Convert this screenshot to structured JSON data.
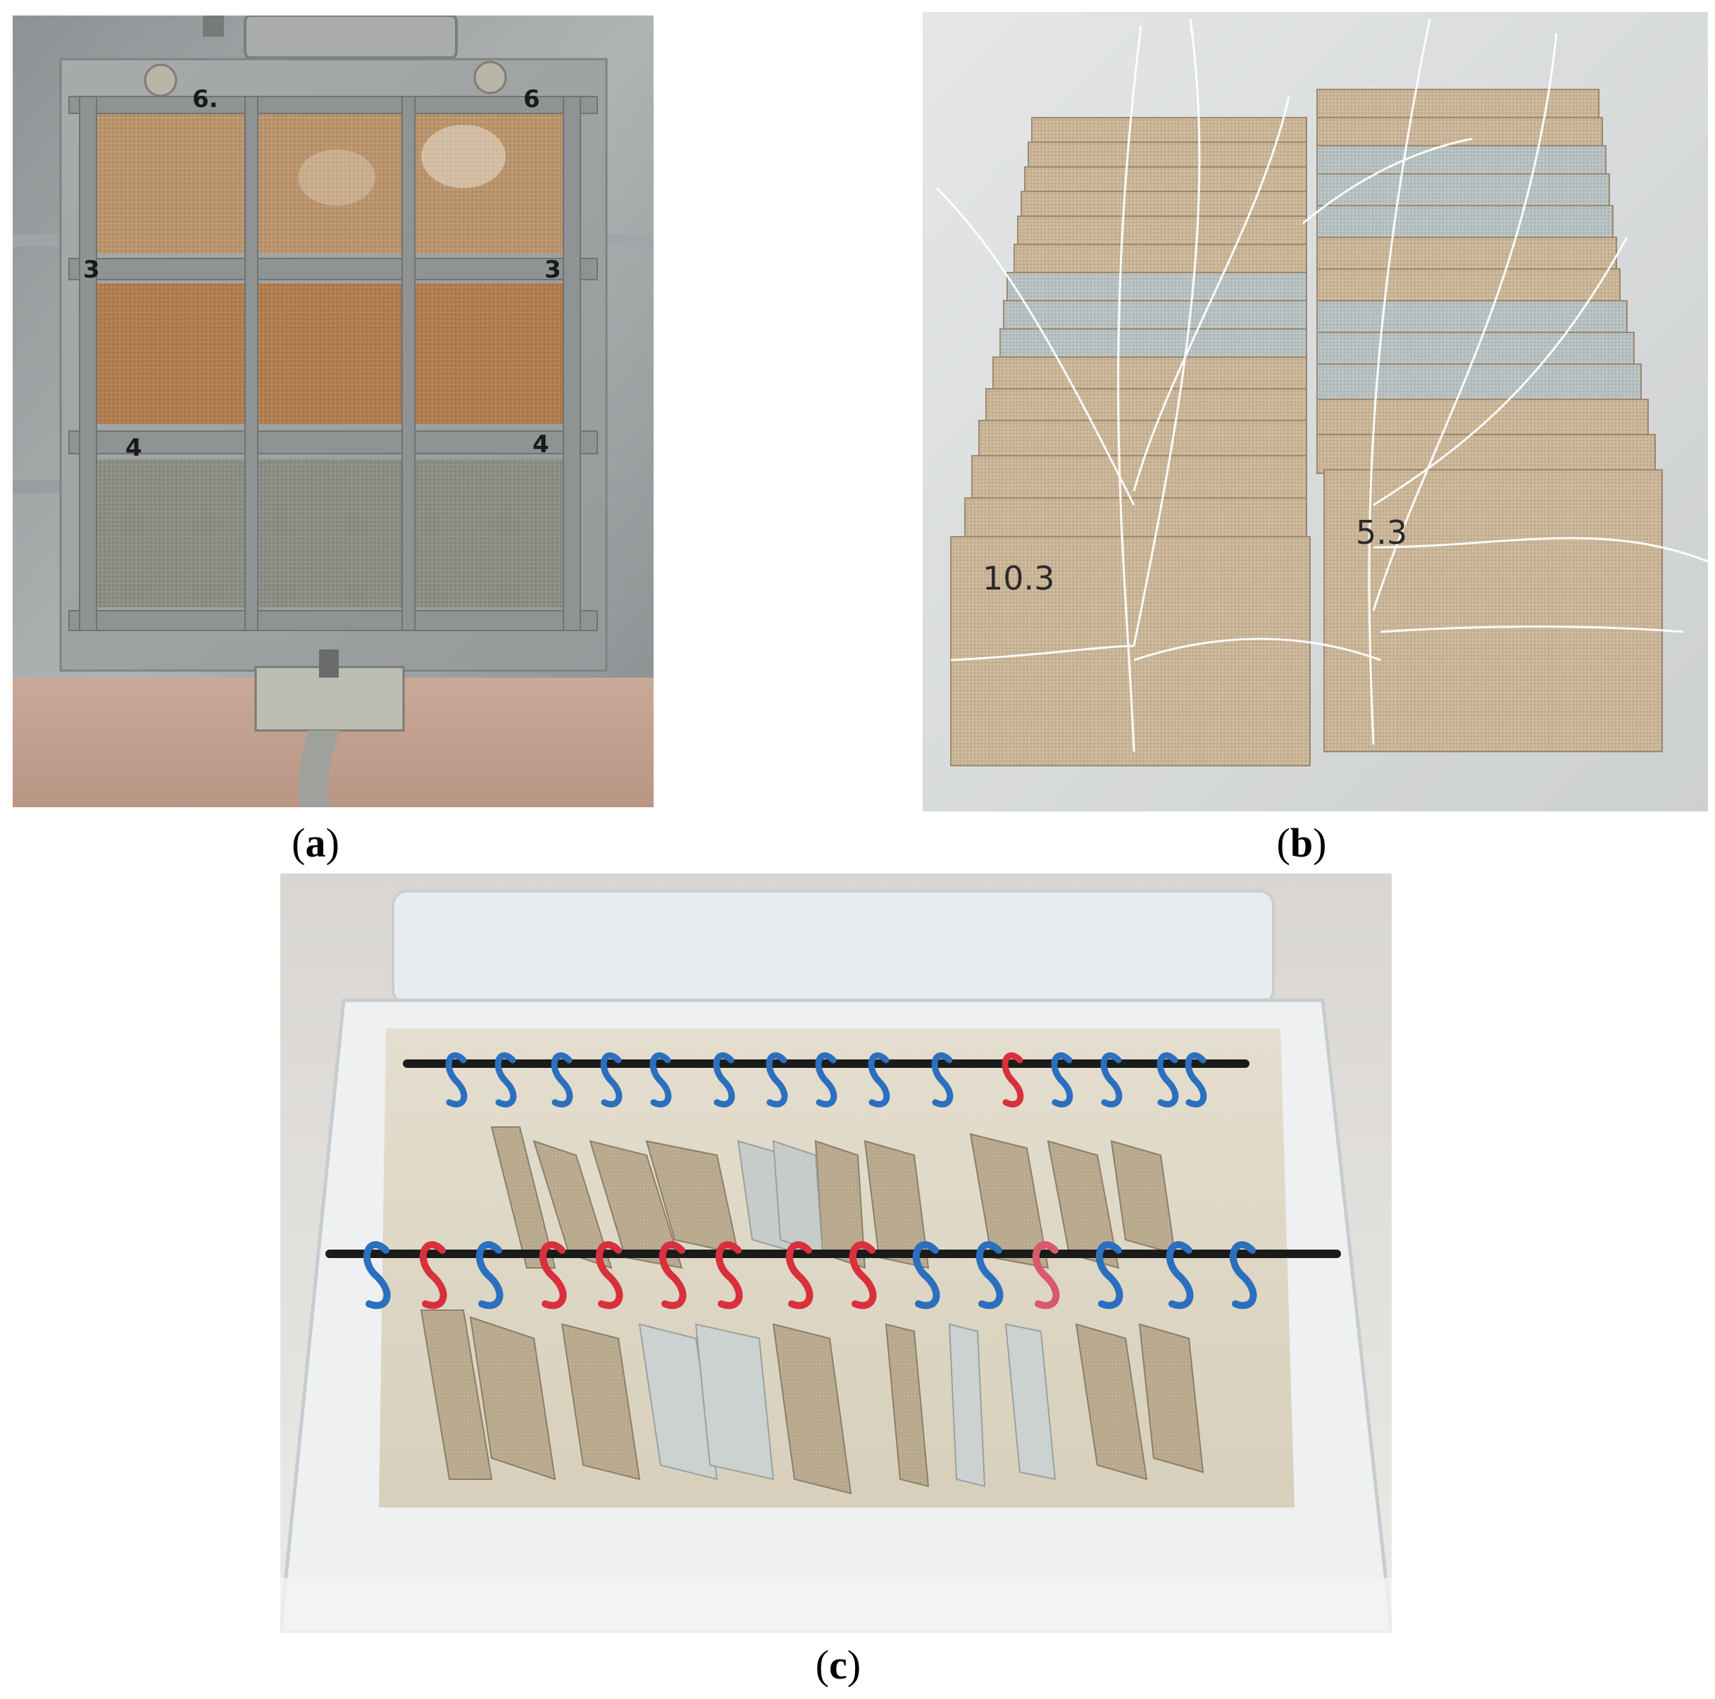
{
  "captions": {
    "a": "a",
    "b": "b",
    "c": "c"
  },
  "panel_a": {
    "mold_marks": [
      "6.",
      "6",
      "3",
      "3",
      "4",
      "4"
    ]
  },
  "panel_b": {
    "specimen_labels": [
      "10.3",
      "5.3"
    ]
  }
}
